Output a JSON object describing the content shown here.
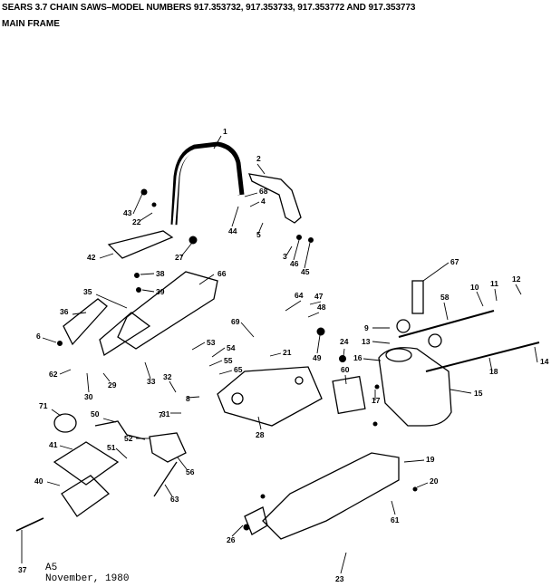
{
  "header": {
    "title": "SEARS 3.7 CHAIN SAWS–MODEL NUMBERS 917.353732, 917.353733, 917.353772 AND 917.353773",
    "subtitle": "MAIN FRAME"
  },
  "footer": {
    "code": "A5",
    "date": "November, 1980"
  },
  "callouts": [
    "1",
    "2",
    "3",
    "4",
    "5",
    "6",
    "7",
    "8",
    "9",
    "10",
    "11",
    "12",
    "13",
    "14",
    "15",
    "16",
    "17",
    "18",
    "19",
    "20",
    "21",
    "22",
    "23",
    "24",
    "26",
    "27",
    "28",
    "29",
    "30",
    "31",
    "32",
    "33",
    "35",
    "36",
    "37",
    "38",
    "39",
    "40",
    "41",
    "42",
    "43",
    "44",
    "45",
    "46",
    "47",
    "48",
    "49",
    "50",
    "51",
    "52",
    "53",
    "54",
    "55",
    "56",
    "58",
    "60",
    "61",
    "62",
    "63",
    "64",
    "65",
    "66",
    "67",
    "68",
    "69",
    "71"
  ]
}
